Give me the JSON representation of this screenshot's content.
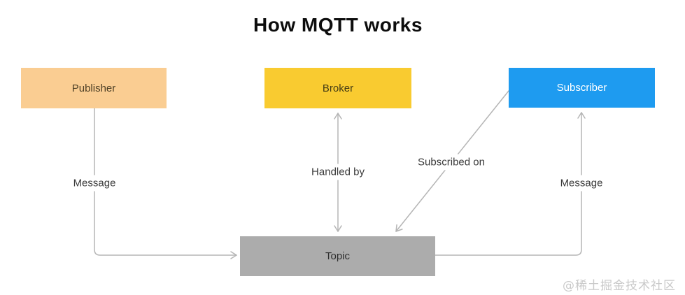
{
  "title": "How MQTT works",
  "nodes": {
    "publisher": {
      "label": "Publisher",
      "fill": "#FACD92",
      "text_color": "#4e4026"
    },
    "broker": {
      "label": "Broker",
      "fill": "#F9CB30",
      "text_color": "#433b15"
    },
    "subscriber": {
      "label": "Subscriber",
      "fill": "#1E9BF0",
      "text_color": "#ffffff"
    },
    "topic": {
      "label": "Topic",
      "fill": "#ACACAC",
      "text_color": "#2e2e2e"
    }
  },
  "edges": [
    {
      "from": "Publisher",
      "to": "Topic",
      "label": "Message"
    },
    {
      "from": "Broker",
      "to": "Topic",
      "label": "Handled by",
      "bidirectional": true
    },
    {
      "from": "Subscriber",
      "to": "Topic",
      "label": "Subscribed on"
    },
    {
      "from": "Topic",
      "to": "Subscriber",
      "label": "Message"
    }
  ],
  "watermark": "@稀土掘金技术社区",
  "colors": {
    "background": "#FFFFFF",
    "line": "#B5B5B5",
    "title_text": "#0D0D0D",
    "edge_label_text": "#3A3A3A",
    "watermark_text": "#C9C9C9"
  }
}
